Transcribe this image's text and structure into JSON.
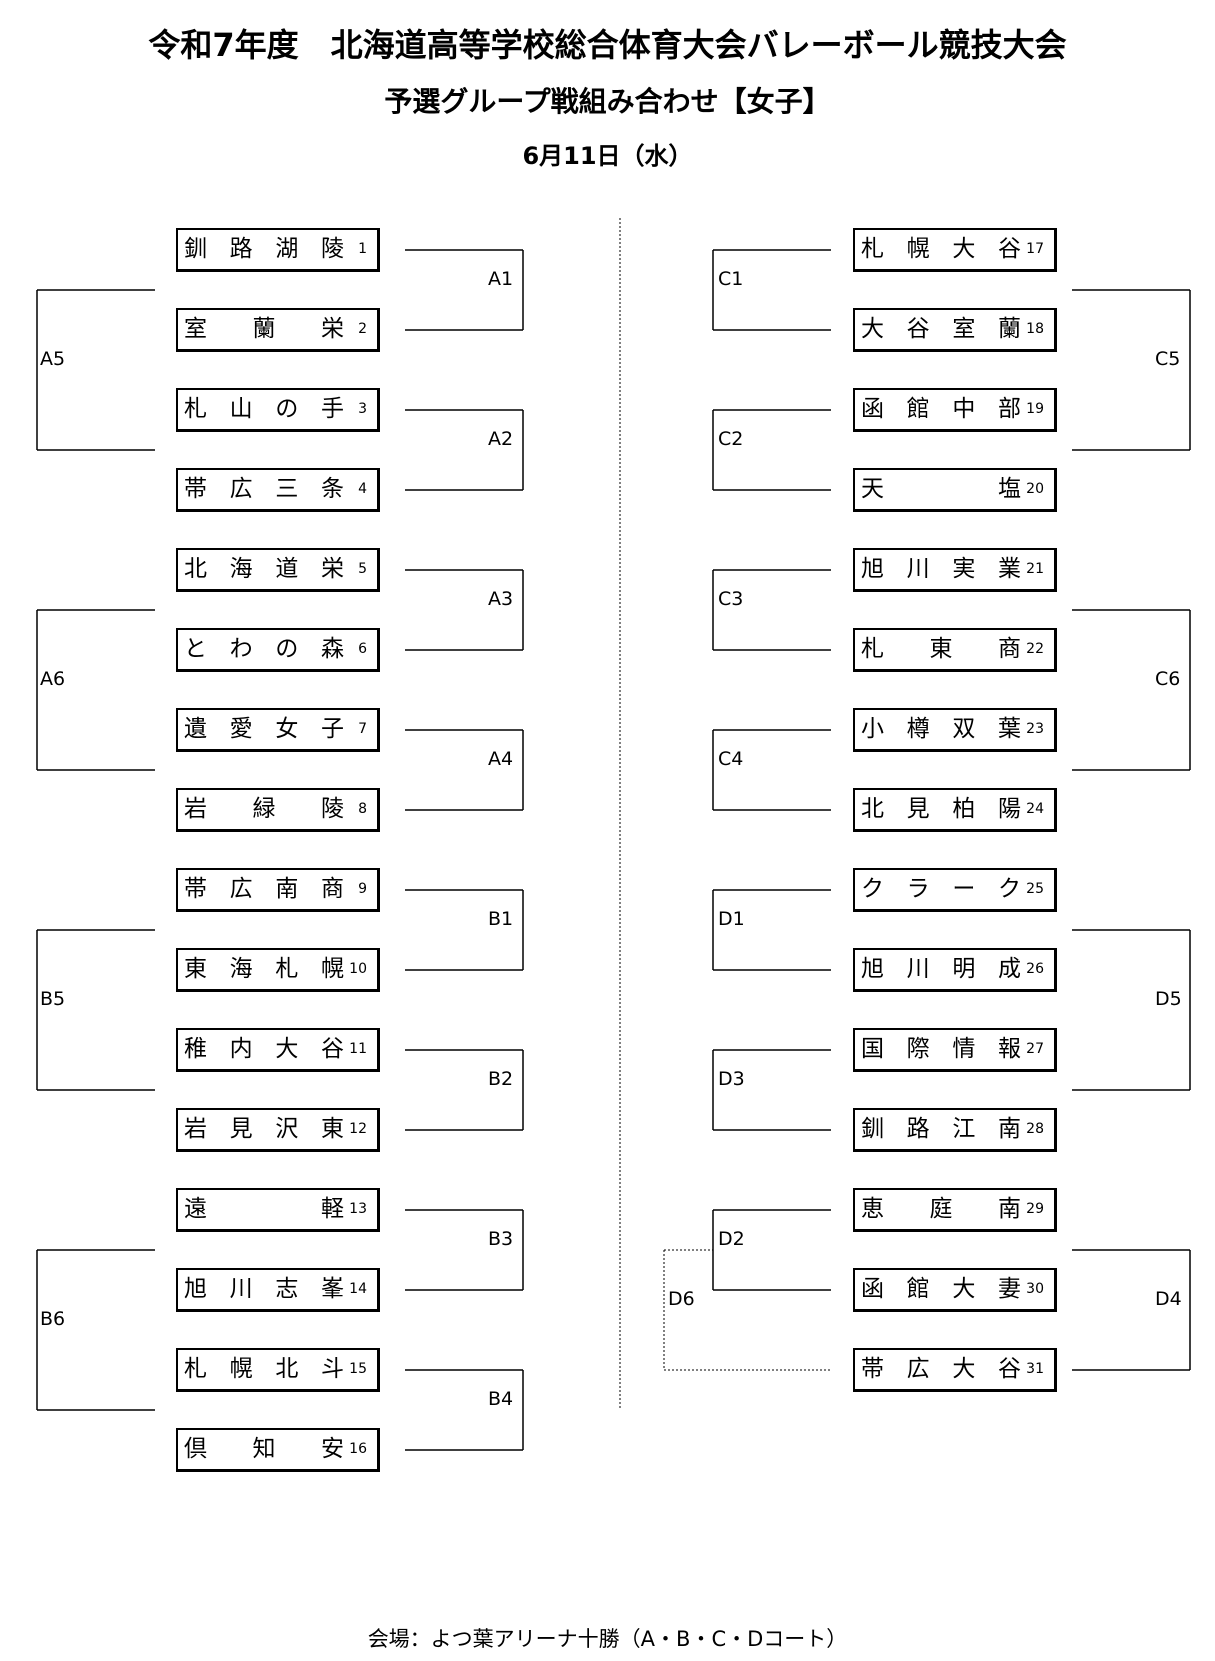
{
  "header": {
    "title": "令和7年度　北海道高等学校総合体育大会バレーボール競技大会",
    "subtitle": "予選グループ戦組み合わせ【女子】",
    "date": "6月11日（水）"
  },
  "teams": [
    {
      "no": "1",
      "name": [
        "釧",
        "路",
        "湖",
        "陵"
      ]
    },
    {
      "no": "2",
      "name": [
        "室",
        "蘭",
        "栄"
      ]
    },
    {
      "no": "3",
      "name": [
        "札",
        "山",
        "の",
        "手"
      ]
    },
    {
      "no": "4",
      "name": [
        "帯",
        "広",
        "三",
        "条"
      ]
    },
    {
      "no": "5",
      "name": [
        "北",
        "海",
        "道",
        "栄"
      ]
    },
    {
      "no": "6",
      "name": [
        "と",
        "わ",
        "の",
        "森"
      ]
    },
    {
      "no": "7",
      "name": [
        "遺",
        "愛",
        "女",
        "子"
      ]
    },
    {
      "no": "8",
      "name": [
        "岩",
        "緑",
        "陵"
      ]
    },
    {
      "no": "9",
      "name": [
        "帯",
        "広",
        "南",
        "商"
      ]
    },
    {
      "no": "10",
      "name": [
        "東",
        "海",
        "札",
        "幌"
      ]
    },
    {
      "no": "11",
      "name": [
        "稚",
        "内",
        "大",
        "谷"
      ]
    },
    {
      "no": "12",
      "name": [
        "岩",
        "見",
        "沢",
        "東"
      ]
    },
    {
      "no": "13",
      "name": [
        "遠",
        "軽"
      ]
    },
    {
      "no": "14",
      "name": [
        "旭",
        "川",
        "志",
        "峯"
      ]
    },
    {
      "no": "15",
      "name": [
        "札",
        "幌",
        "北",
        "斗"
      ]
    },
    {
      "no": "16",
      "name": [
        "倶",
        "知",
        "安"
      ]
    },
    {
      "no": "17",
      "name": [
        "札",
        "幌",
        "大",
        "谷"
      ]
    },
    {
      "no": "18",
      "name": [
        "大",
        "谷",
        "室",
        "蘭"
      ]
    },
    {
      "no": "19",
      "name": [
        "函",
        "館",
        "中",
        "部"
      ]
    },
    {
      "no": "20",
      "name": [
        "天",
        "塩"
      ]
    },
    {
      "no": "21",
      "name": [
        "旭",
        "川",
        "実",
        "業"
      ]
    },
    {
      "no": "22",
      "name": [
        "札",
        "東",
        "商"
      ]
    },
    {
      "no": "23",
      "name": [
        "小",
        "樽",
        "双",
        "葉"
      ]
    },
    {
      "no": "24",
      "name": [
        "北",
        "見",
        "柏",
        "陽"
      ]
    },
    {
      "no": "25",
      "name": [
        "ク",
        "ラ",
        "ー",
        "ク"
      ]
    },
    {
      "no": "26",
      "name": [
        "旭",
        "川",
        "明",
        "成"
      ]
    },
    {
      "no": "27",
      "name": [
        "国",
        "際",
        "情",
        "報"
      ]
    },
    {
      "no": "28",
      "name": [
        "釧",
        "路",
        "江",
        "南"
      ]
    },
    {
      "no": "29",
      "name": [
        "恵",
        "庭",
        "南"
      ]
    },
    {
      "no": "30",
      "name": [
        "函",
        "館",
        "大",
        "妻"
      ]
    },
    {
      "no": "31",
      "name": [
        "帯",
        "広",
        "大",
        "谷"
      ]
    }
  ],
  "groups": [
    "A1",
    "A2",
    "A3",
    "A4",
    "A5",
    "A6",
    "B1",
    "B2",
    "B3",
    "B4",
    "B5",
    "B6",
    "C1",
    "C2",
    "C3",
    "C4",
    "C5",
    "C6",
    "D1",
    "D3",
    "D2",
    "D5",
    "D4",
    "D6"
  ],
  "footer": "会場：よつ葉アリーナ十勝（A・B・C・Dコート）"
}
